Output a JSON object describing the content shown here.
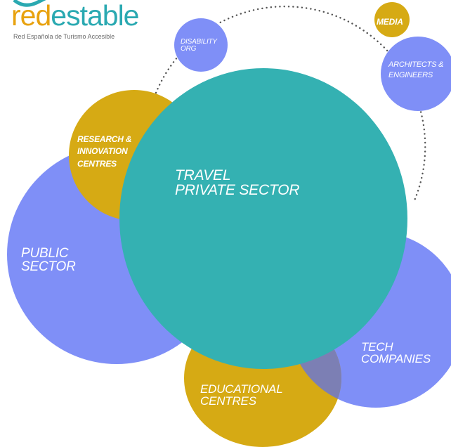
{
  "logo": {
    "word_accent": "red",
    "word_rest": "estable",
    "tagline": "Red Española de Turismo Accesible",
    "accent_color": "#e8a20f",
    "rest_color": "#2aa9b1"
  },
  "colors": {
    "periwinkle": "#7f8ff7",
    "gold": "#d6aa14",
    "teal": "#34b1b2",
    "dots": "#555555"
  },
  "nodes": {
    "media": "MEDIA",
    "architects": "ARCHITECTS &\nENGINEERS",
    "disability": "DISABILITY\nORG",
    "research": "RESEARCH &\nINNOVATION\nCENTRES",
    "public": "PUBLIC\nSECTOR",
    "travel": "TRAVEL\nPRIVATE SECTOR",
    "tech": "TECH\nCOMPANIES",
    "educational": "EDUCATIONAL\nCENTRES"
  }
}
